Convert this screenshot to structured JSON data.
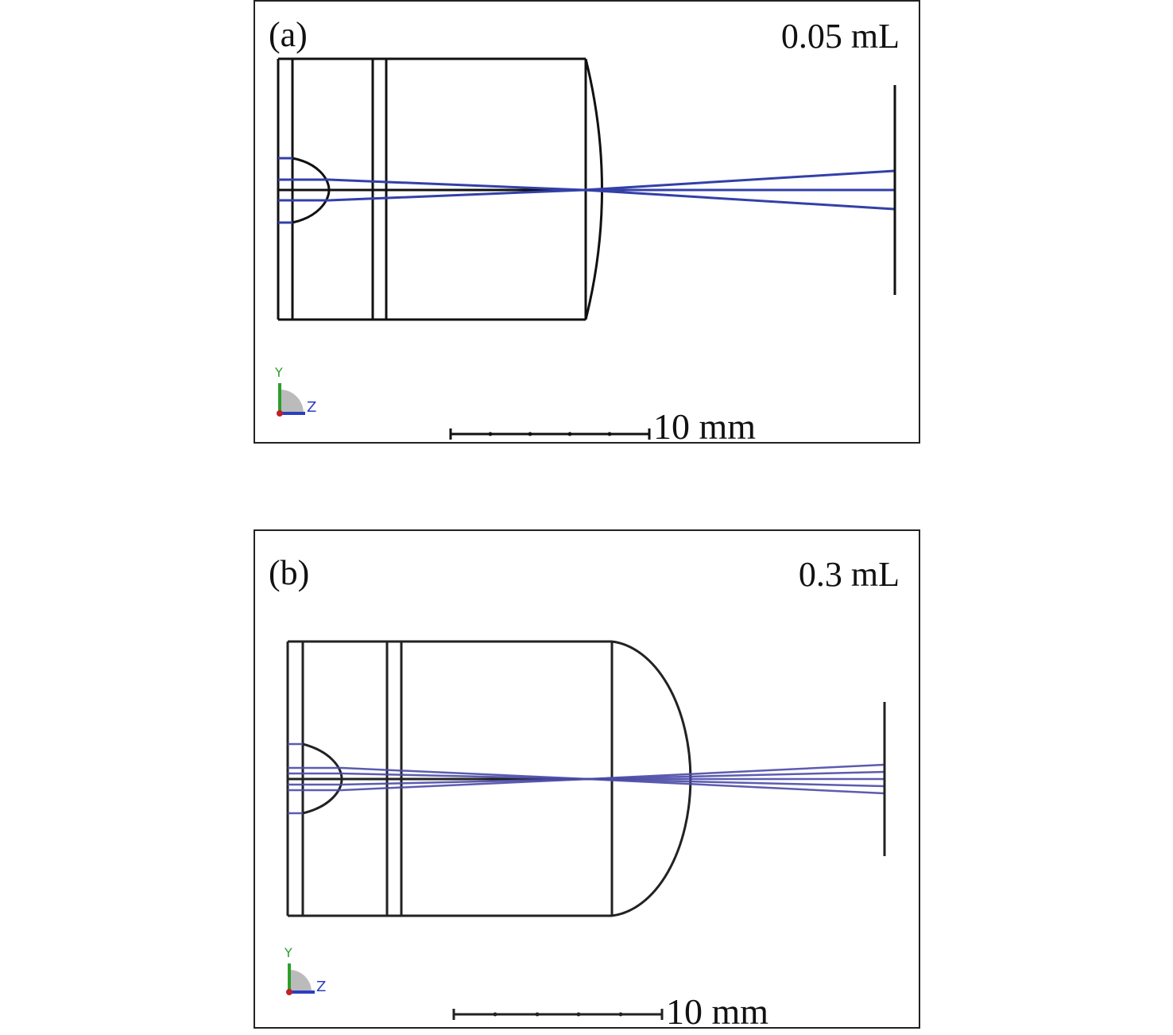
{
  "panels": [
    {
      "label": "(a)",
      "volume": "0.05 mL",
      "scale_bar": "10 mm",
      "axis_labels": {
        "y": "Y",
        "z": "Z"
      }
    },
    {
      "label": "(b)",
      "volume": "0.3 mL",
      "scale_bar": "10 mm",
      "axis_labels": {
        "y": "Y",
        "z": "Z"
      }
    }
  ],
  "colors": {
    "ray": "#3340a8",
    "outline": "#111111",
    "axis_y": "#2aa02a",
    "axis_z": "#2b3fbf",
    "axis_x": "#c0202a"
  }
}
